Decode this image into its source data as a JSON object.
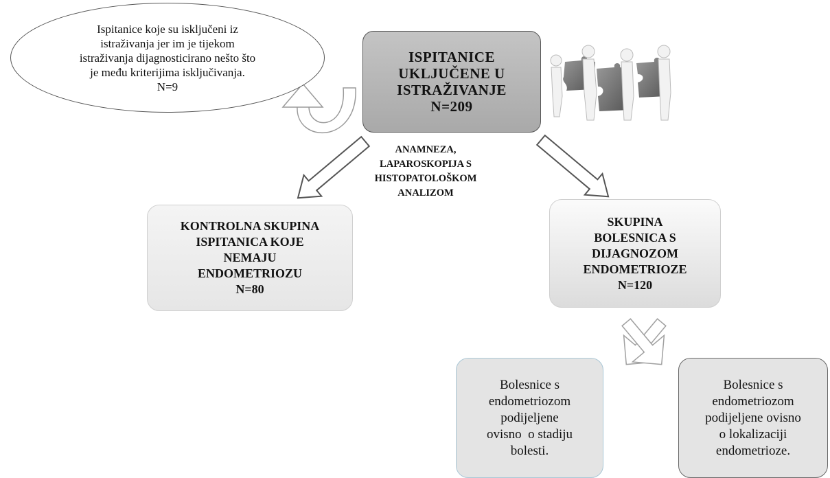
{
  "excluded": {
    "lines": [
      "Ispitanice koje su isključeni iz",
      "istraživanja jer im je tijekom",
      "istraživanja dijagnosticirano nešto što",
      "je među kriterijima isključivanja.",
      "N=9"
    ]
  },
  "main": {
    "lines": [
      "ISPITANICE",
      "UKLJUČENE U",
      "ISTRAŽIVANJE",
      "N=209"
    ]
  },
  "method": {
    "lines": [
      "ANAMNEZA,",
      "LAPAROSKOPIJA S",
      "HISTOPATOLOŠKOM",
      "ANALIZOM"
    ]
  },
  "control": {
    "lines": [
      "KONTROLNA SKUPINA",
      "ISPITANICA KOJE",
      "NEMAJU",
      "ENDOMETRIOZU",
      "N=80"
    ]
  },
  "endometriosis": {
    "lines": [
      "SKUPINA",
      "BOLESNICA S",
      "DIJAGNOZOM",
      "ENDOMETRIOZE",
      "N=120"
    ]
  },
  "by_stage": {
    "lines": [
      "Bolesnice s",
      "endometriozom",
      "podijeljene",
      "ovisno  o stadiju",
      "bolesti."
    ]
  },
  "by_location": {
    "lines": [
      "Bolesnice s",
      "endometriozom",
      "podijeljene ovisno",
      "o lokalizaciji",
      "endometrioze."
    ]
  },
  "colors": {
    "main_fill": "#b5b5b5",
    "box_fill": "#e4e4e4",
    "arrow_fill": "#ffffff",
    "arrow_stroke": "#555555"
  },
  "icons": {
    "illustration": "puzzle-people-icon"
  }
}
